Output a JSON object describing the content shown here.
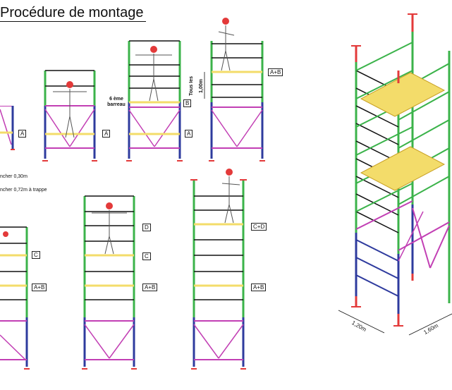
{
  "title": "Procédure de montage",
  "colors": {
    "green": "#3bb34a",
    "blue": "#2e3b9e",
    "magenta": "#c23fb4",
    "red": "#e33a3a",
    "plank": "#f3dc6a",
    "black": "#111111"
  },
  "notes": {
    "note1": "ncher 0,30m",
    "note2": "ncher 0,72m à trappe"
  },
  "annotations": {
    "sixth_rung_line1": "6 ème",
    "sixth_rung_line2": "barreau",
    "all_the": "Tous les",
    "height": "1,00m"
  },
  "labels": {
    "s1": "A",
    "s2": "A",
    "s3a": "B",
    "s3b": "A",
    "s4": "A+B",
    "s5a": "C",
    "s5b": "A+B",
    "s6a": "D",
    "s6b": "C",
    "s6c": "A+B",
    "s7a": "C+D",
    "s7b": "A+B"
  },
  "dimensions": {
    "width": "1,20m",
    "depth": "1,60m"
  }
}
